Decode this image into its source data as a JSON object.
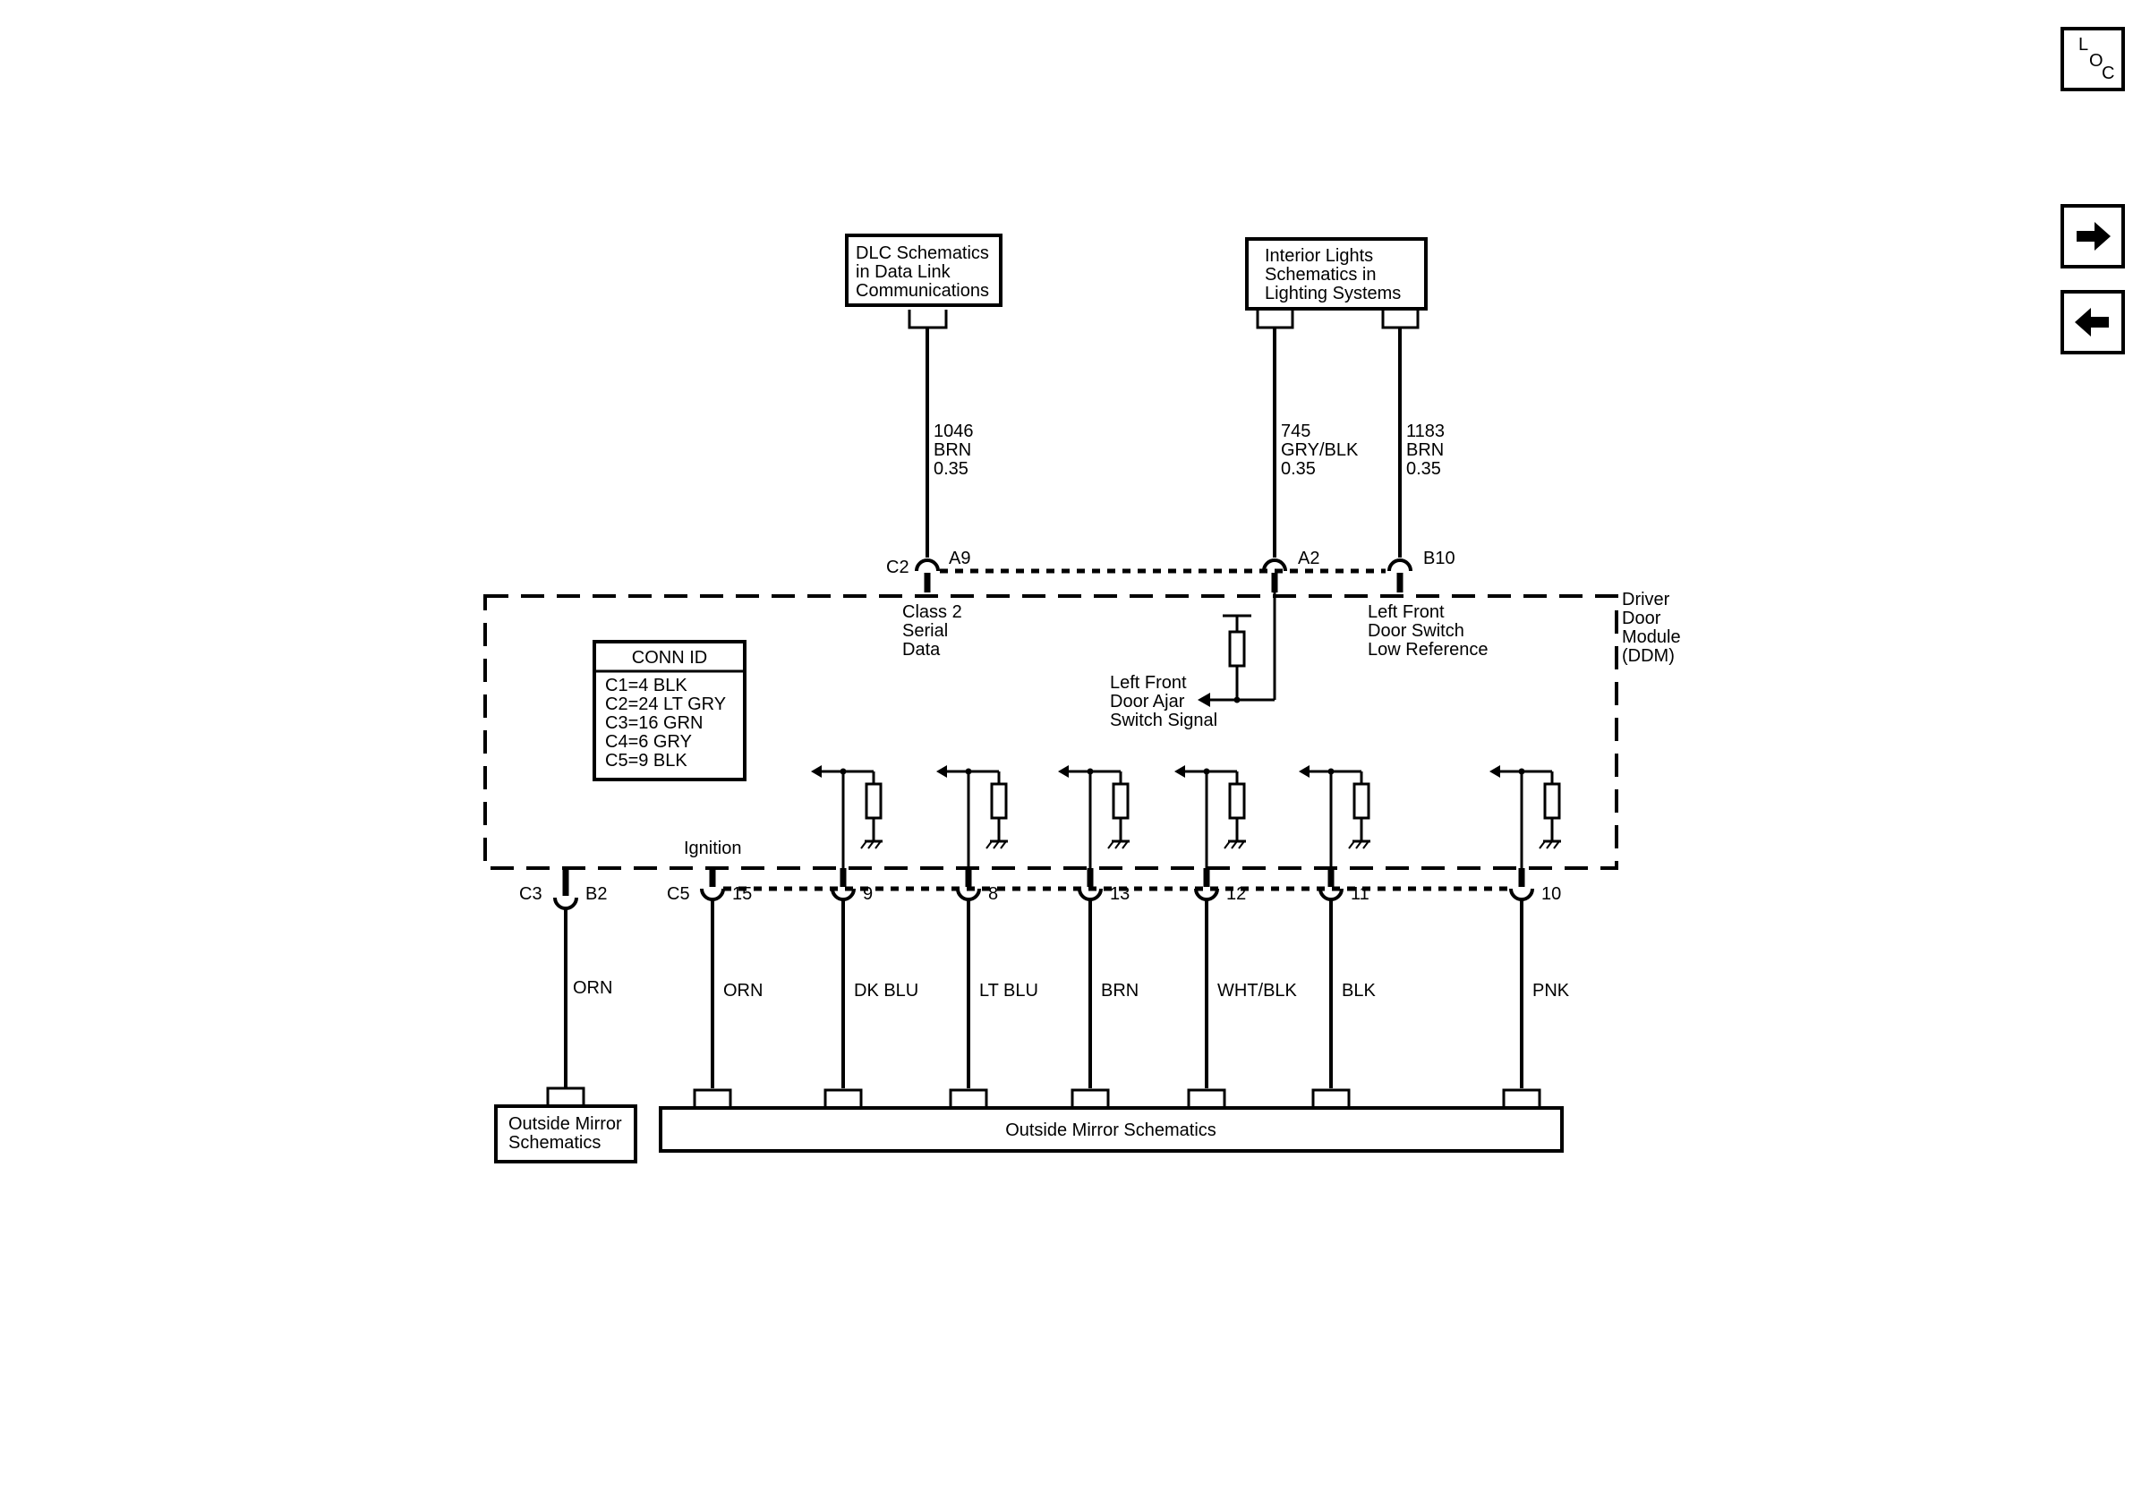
{
  "nav": {
    "loc": {
      "l": "L",
      "o": "O",
      "c": "C"
    },
    "next_icon": "arrow-right-icon",
    "prev_icon": "arrow-left-icon"
  },
  "top_refs": {
    "dlc": [
      "DLC Schematics",
      "in Data Link",
      "Communications"
    ],
    "interior": [
      "Interior Lights",
      "Schematics in",
      "Lighting Systems"
    ]
  },
  "top_wires": {
    "w1046": {
      "circuit": "1046",
      "color": "BRN",
      "size": "0.35",
      "connector": "C2",
      "pin": "A9"
    },
    "w745": {
      "circuit": "745",
      "color": "GRY/BLK",
      "size": "0.35",
      "pin": "A2"
    },
    "w1183": {
      "circuit": "1183",
      "color": "BRN",
      "size": "0.35",
      "pin": "B10"
    }
  },
  "module": {
    "name": [
      "Driver",
      "Door",
      "Module",
      "(DDM)"
    ],
    "serial": [
      "Class 2",
      "Serial",
      "Data"
    ],
    "door_switch": [
      "Left Front",
      "Door Switch",
      "Low Reference"
    ],
    "door_ajar": [
      "Left Front",
      "Door Ajar",
      "Switch Signal"
    ],
    "ignition": "Ignition"
  },
  "conn_id": {
    "title": "CONN ID",
    "rows": [
      "C1=4 BLK",
      "C2=24 LT GRY",
      "C3=16 GRN",
      "C4=6 GRY",
      "C5=9 BLK"
    ]
  },
  "bottom": {
    "c3": {
      "connector": "C3",
      "pin": "B2",
      "color": "ORN"
    },
    "c5_connector": "C5",
    "pins": [
      {
        "pin": "15",
        "color": "ORN"
      },
      {
        "pin": "9",
        "color": "DK BLU"
      },
      {
        "pin": "8",
        "color": "LT BLU"
      },
      {
        "pin": "13",
        "color": "BRN"
      },
      {
        "pin": "12",
        "color": "WHT/BLK"
      },
      {
        "pin": "11",
        "color": "BLK"
      },
      {
        "pin": "10",
        "color": "PNK"
      }
    ]
  },
  "bottom_refs": {
    "left": [
      "Outside Mirror",
      "Schematics"
    ],
    "wide": "Outside Mirror Schematics"
  }
}
